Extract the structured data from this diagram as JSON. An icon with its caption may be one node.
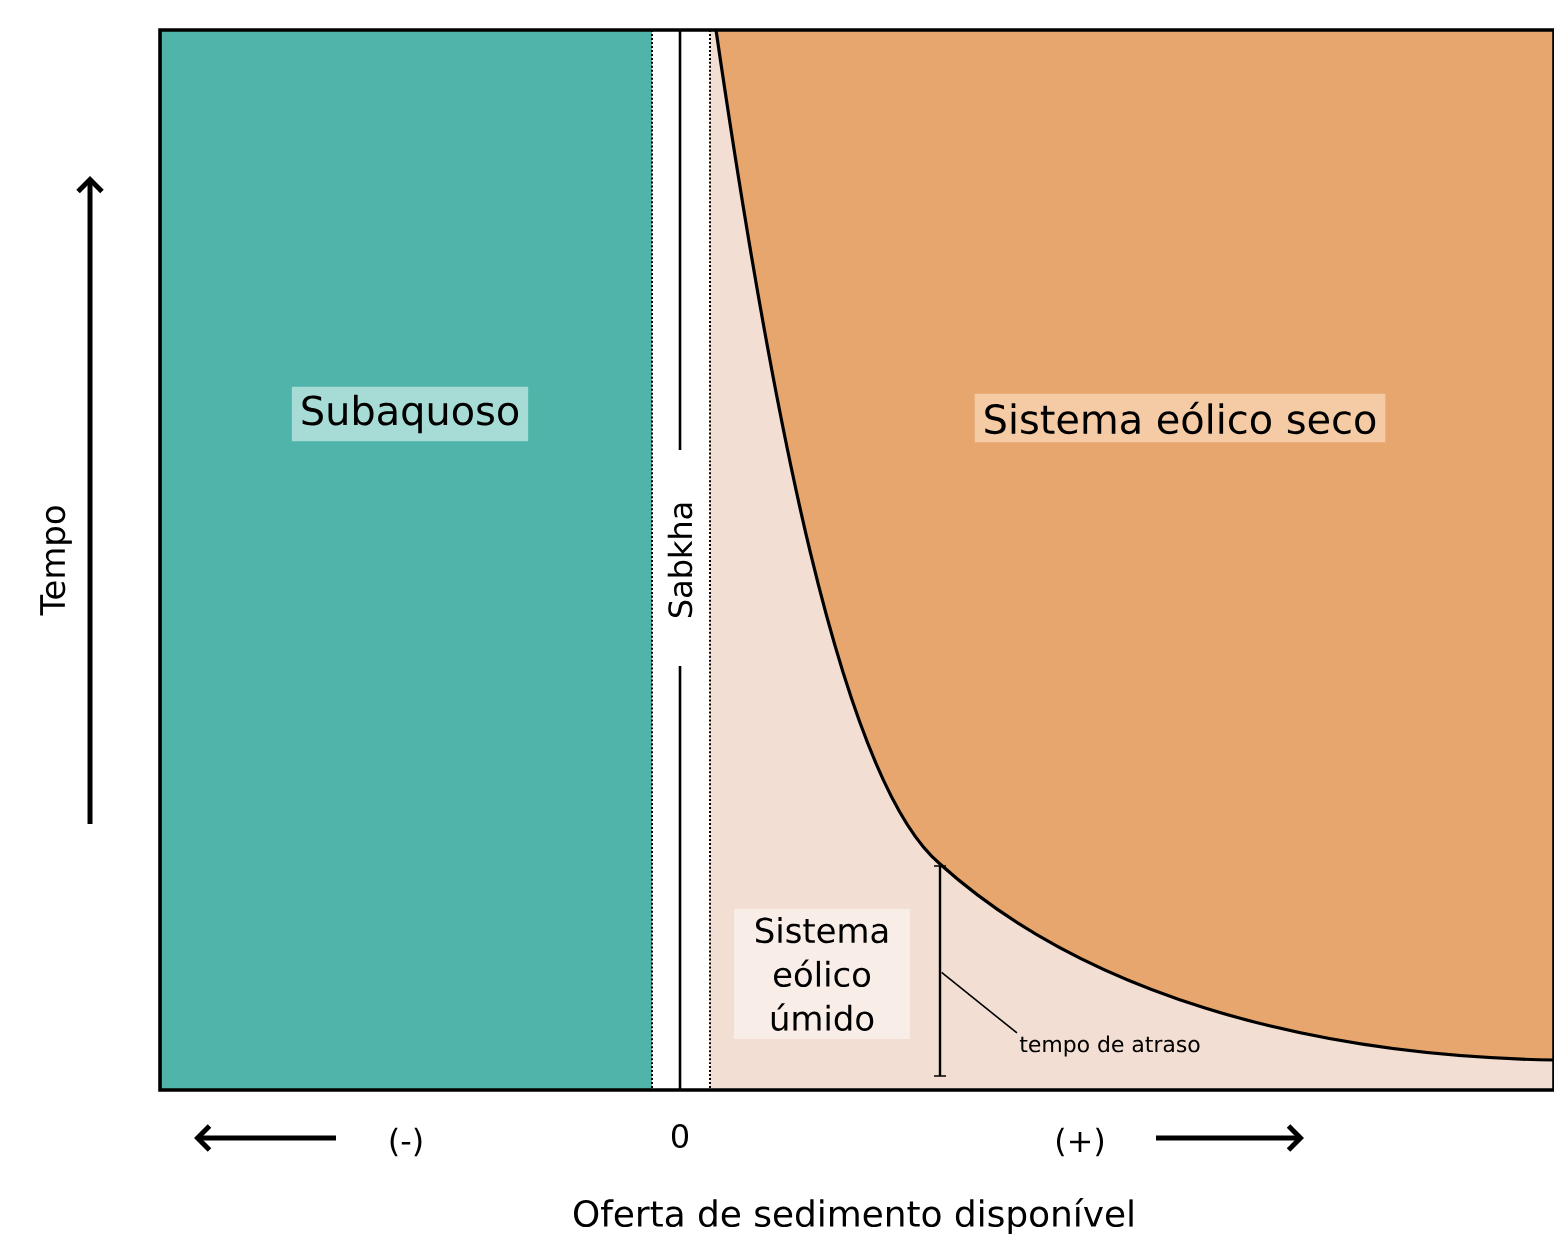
{
  "diagram": {
    "nodes": [
      {
        "text": [
          "Subaquoso"
        ]
      },
      {
        "text": [
          "Sabkha"
        ]
      },
      {
        "text": [
          "Sistema eólico seco"
        ]
      },
      {
        "text": [
          "Sistema eólico úmido"
        ]
      },
      {
        "text": [
          "tempo de atraso"
        ]
      },
      {
        "text": [],
        "shape": "bar"
      }
    ],
    "edges": [
      {
        "from": 4,
        "to": 5,
        "arrow": "none"
      }
    ],
    "labels": [
      "Tempo",
      "(-)",
      "0",
      "(+)",
      "Oferta de sedimento disponível"
    ]
  }
}
